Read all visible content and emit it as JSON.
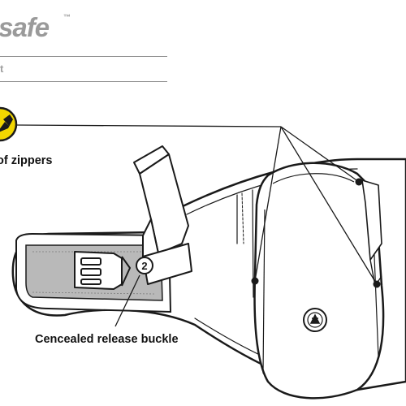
{
  "header": {
    "brand": "safe",
    "trademark": "™",
    "subtitle": "t"
  },
  "callouts": {
    "zippers": "of zippers",
    "buckle": "Cencealed release buckle",
    "buckle_number": "2"
  },
  "colors": {
    "outline": "#1a1a1a",
    "panel_gray": "#b9b9b9",
    "accent": "#f2d600",
    "brand_gray": "#9a9a9a"
  }
}
